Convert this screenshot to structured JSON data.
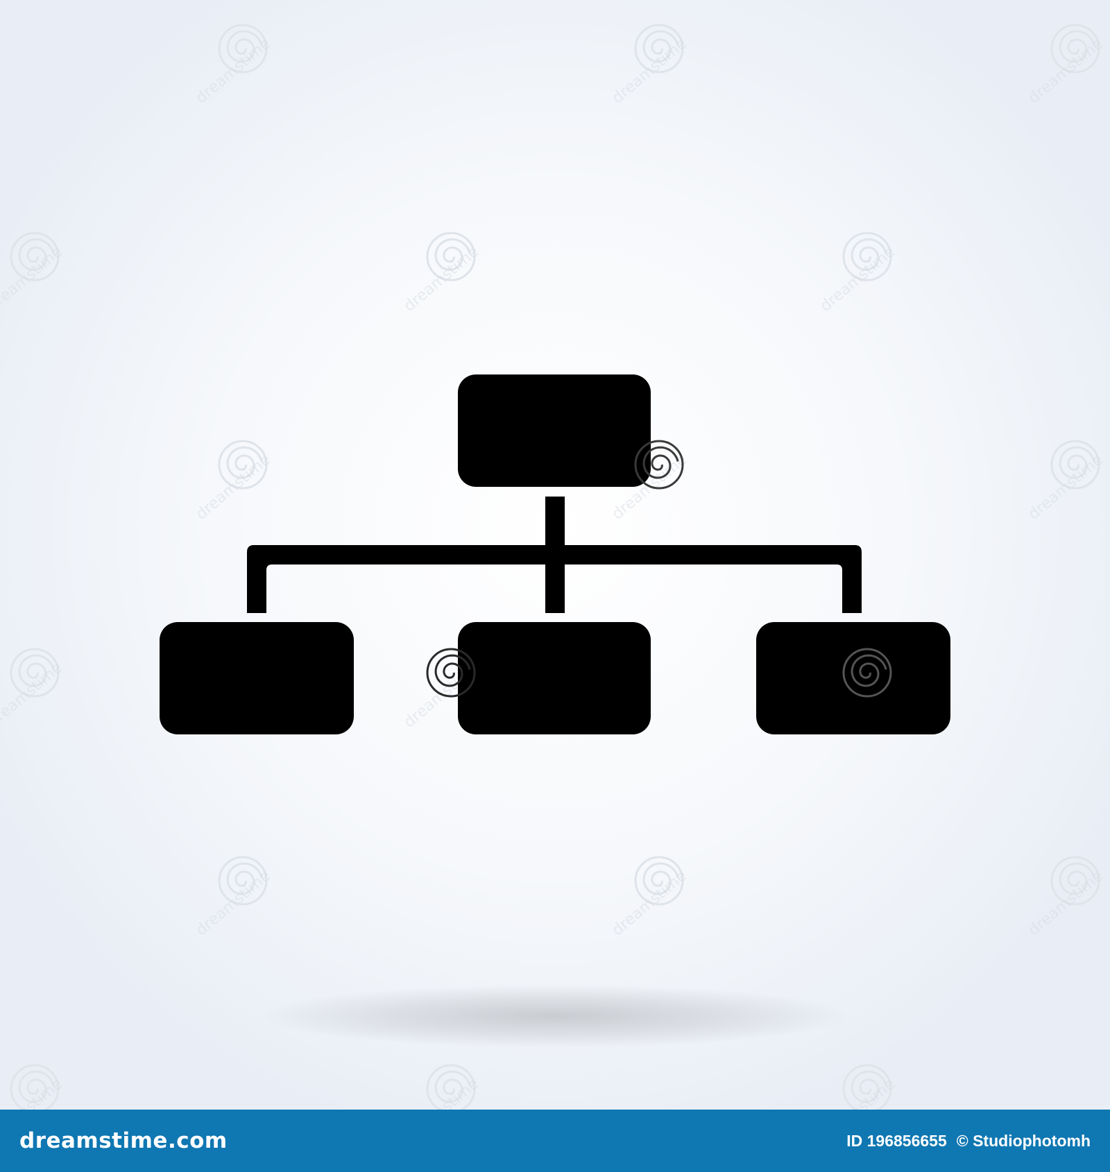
{
  "colors": {
    "icon": "#000000",
    "footer_bg": "#0f77b2",
    "footer_text": "#ffffff"
  },
  "icon": {
    "name": "hierarchy-icon"
  },
  "watermark": {
    "text": "dreamstime",
    "icon": "spiral-watermark-icon"
  },
  "footer": {
    "brand": "dreamstime.com",
    "image_id": "ID 196856655",
    "copyright_symbol": "©",
    "author": "Studiophotomh"
  }
}
